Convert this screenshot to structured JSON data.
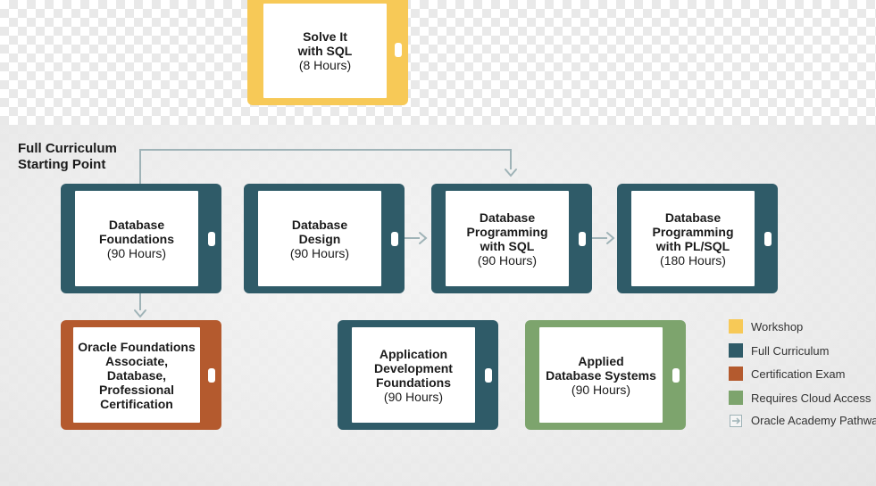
{
  "diagram": {
    "heading": [
      "Full Curriculum",
      "Starting Point"
    ],
    "nodes": {
      "solve_it": {
        "lines": [
          "Solve It",
          "with SQL"
        ],
        "hours": "(8 Hours)",
        "color": "#f7c957"
      },
      "db_foundations": {
        "lines": [
          "Database",
          "Foundations"
        ],
        "hours": "(90 Hours)",
        "color": "#2f5b68"
      },
      "db_design": {
        "lines": [
          "Database",
          "Design"
        ],
        "hours": "(90 Hours)",
        "color": "#2f5b68"
      },
      "db_prog_sql": {
        "lines": [
          "Database",
          "Programming",
          "with SQL"
        ],
        "hours": "(90 Hours)",
        "color": "#2f5b68"
      },
      "db_prog_plsql": {
        "lines": [
          "Database",
          "Programming",
          "with PL/SQL"
        ],
        "hours": "(180 Hours)",
        "color": "#2f5b68"
      },
      "oracle_cert": {
        "lines": [
          "Oracle Foundations",
          "Associate,",
          "Database,",
          "Professional",
          "Certification"
        ],
        "color": "#b45a2e"
      },
      "app_dev": {
        "lines": [
          "Application",
          "Development",
          "Foundations"
        ],
        "hours": "(90 Hours)",
        "color": "#2f5b68"
      },
      "applied_db": {
        "lines": [
          "Applied",
          "Database Systems"
        ],
        "hours": "(90 Hours)",
        "color": "#7da46d"
      }
    },
    "legend": [
      {
        "label": "Workshop",
        "color": "#f7c957"
      },
      {
        "label": "Full Curriculum",
        "color": "#2f5b68"
      },
      {
        "label": "Certification Exam",
        "color": "#b45a2e"
      },
      {
        "label": "Requires Cloud Access",
        "color": "#7da46d"
      },
      {
        "label": "Oracle Academy Pathway",
        "icon": "arrow-icon"
      }
    ]
  }
}
